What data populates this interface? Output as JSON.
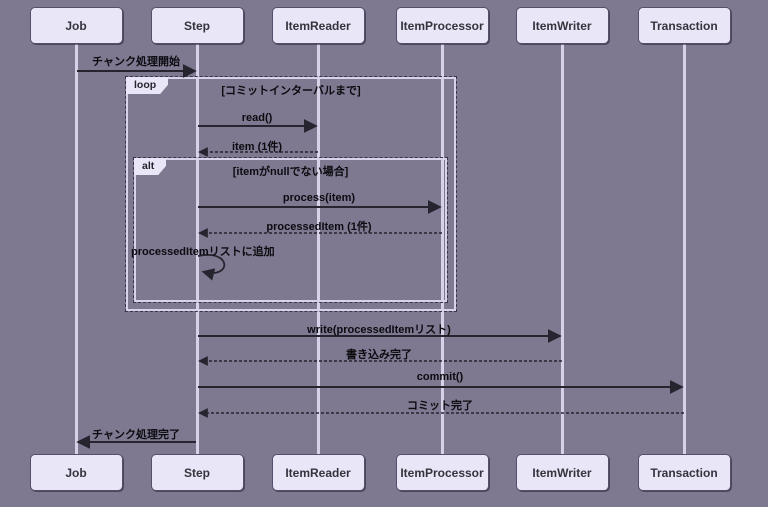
{
  "diagram": {
    "type": "sequence-diagram",
    "participants": [
      "Job",
      "Step",
      "ItemReader",
      "ItemProcessor",
      "ItemWriter",
      "Transaction"
    ],
    "fragments": [
      {
        "keyword": "loop",
        "guard": "[コミットインターバルまで]"
      },
      {
        "keyword": "alt",
        "guard": "[itemがnullでない場合]"
      }
    ],
    "messages": [
      {
        "from": "Job",
        "to": "Step",
        "label": "チャンク処理開始",
        "line": "solid"
      },
      {
        "from": "Step",
        "to": "ItemReader",
        "label": "read()",
        "line": "solid"
      },
      {
        "from": "ItemReader",
        "to": "Step",
        "label": "item (1件)",
        "line": "dashed"
      },
      {
        "from": "Step",
        "to": "ItemProcessor",
        "label": "process(item)",
        "line": "solid"
      },
      {
        "from": "ItemProcessor",
        "to": "Step",
        "label": "processedItem (1件)",
        "line": "dashed"
      },
      {
        "from": "Step",
        "to": "Step",
        "label": "processedItemリストに追加",
        "line": "self"
      },
      {
        "from": "Step",
        "to": "ItemWriter",
        "label": "write(processedItemリスト)",
        "line": "solid"
      },
      {
        "from": "ItemWriter",
        "to": "Step",
        "label": "書き込み完了",
        "line": "dashed"
      },
      {
        "from": "Step",
        "to": "Transaction",
        "label": "commit()",
        "line": "solid"
      },
      {
        "from": "Transaction",
        "to": "Step",
        "label": "コミット完了",
        "line": "dashed"
      },
      {
        "from": "Step",
        "to": "Job",
        "label": "チャンク処理完了",
        "line": "solid"
      }
    ],
    "colors": {
      "background": "#7e7890",
      "participant_fill": "#e9e7f7",
      "participant_border": "#554f6b",
      "lifeline": "#d7d2e7",
      "arrow": "#26242e",
      "fragment_border": "#d8d3ea",
      "text": "#0c0b10"
    }
  }
}
